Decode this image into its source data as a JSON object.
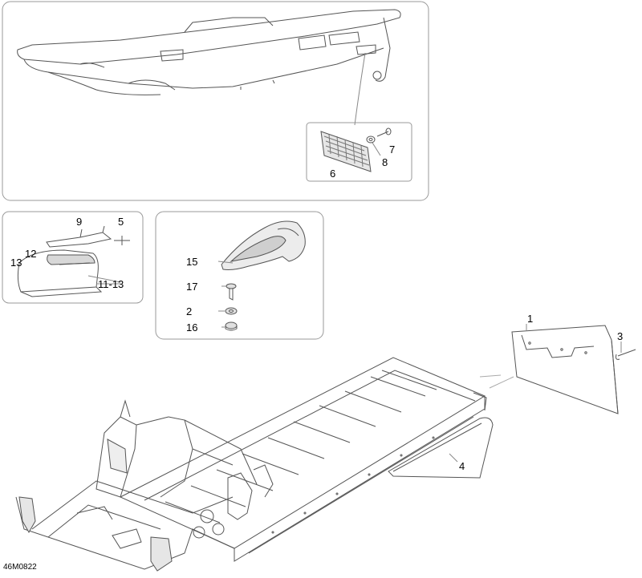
{
  "diagram_code": "46M0822",
  "callouts": {
    "c1": "1",
    "c2": "2",
    "c3": "3",
    "c4": "4",
    "c5": "5",
    "c6": "6",
    "c7": "7",
    "c8": "8",
    "c9": "9",
    "c11_13": "11-13",
    "c12": "12",
    "c13": "13",
    "c15": "15",
    "c16": "16",
    "c17": "17"
  },
  "colors": {
    "line": "#555555",
    "frame": "#9a9a9a",
    "fill": "#ffffff",
    "shade": "#d8d8d8"
  }
}
